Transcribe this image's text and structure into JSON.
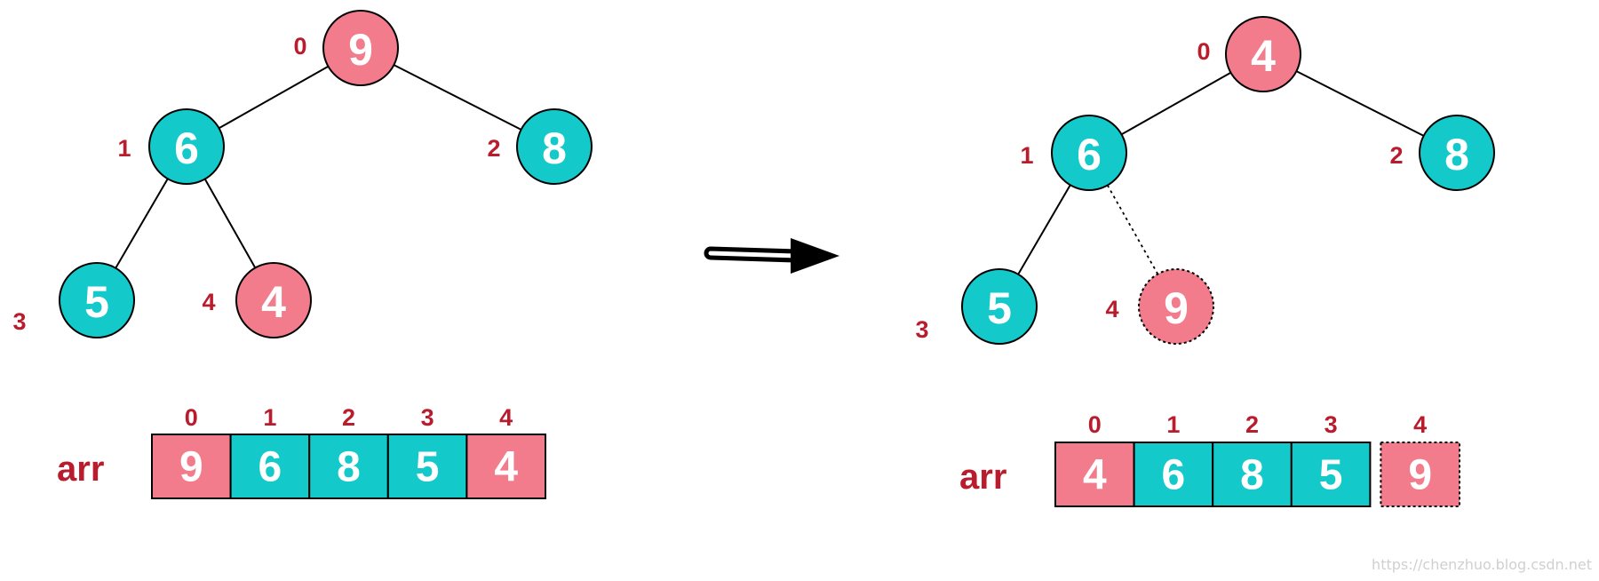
{
  "colors": {
    "pink": "#f27c8c",
    "teal": "#13c9c9",
    "label_red": "#b91c2c",
    "edge": "#000000"
  },
  "arrow": {
    "icon": "right-arrow-icon"
  },
  "watermark": "https://chenzhuo.blog.csdn.net",
  "diagrams": [
    {
      "name": "before",
      "tree": {
        "nodes": [
          {
            "index_label": "0",
            "value": "9",
            "color": "pink",
            "dotted": false
          },
          {
            "index_label": "1",
            "value": "6",
            "color": "teal",
            "dotted": false
          },
          {
            "index_label": "2",
            "value": "8",
            "color": "teal",
            "dotted": false
          },
          {
            "index_label": "3",
            "value": "5",
            "color": "teal",
            "dotted": false
          },
          {
            "index_label": "4",
            "value": "4",
            "color": "pink",
            "dotted": false
          }
        ],
        "edges": [
          {
            "from": 0,
            "to": 1,
            "dotted": false
          },
          {
            "from": 0,
            "to": 2,
            "dotted": false
          },
          {
            "from": 1,
            "to": 3,
            "dotted": false
          },
          {
            "from": 1,
            "to": 4,
            "dotted": false
          }
        ]
      },
      "array": {
        "label": "arr",
        "cells": [
          {
            "index_label": "0",
            "value": "9",
            "color": "pink",
            "dotted": false
          },
          {
            "index_label": "1",
            "value": "6",
            "color": "teal",
            "dotted": false
          },
          {
            "index_label": "2",
            "value": "8",
            "color": "teal",
            "dotted": false
          },
          {
            "index_label": "3",
            "value": "5",
            "color": "teal",
            "dotted": false
          },
          {
            "index_label": "4",
            "value": "4",
            "color": "pink",
            "dotted": false
          }
        ]
      }
    },
    {
      "name": "after",
      "tree": {
        "nodes": [
          {
            "index_label": "0",
            "value": "4",
            "color": "pink",
            "dotted": false
          },
          {
            "index_label": "1",
            "value": "6",
            "color": "teal",
            "dotted": false
          },
          {
            "index_label": "2",
            "value": "8",
            "color": "teal",
            "dotted": false
          },
          {
            "index_label": "3",
            "value": "5",
            "color": "teal",
            "dotted": false
          },
          {
            "index_label": "4",
            "value": "9",
            "color": "pink",
            "dotted": true
          }
        ],
        "edges": [
          {
            "from": 0,
            "to": 1,
            "dotted": false
          },
          {
            "from": 0,
            "to": 2,
            "dotted": false
          },
          {
            "from": 1,
            "to": 3,
            "dotted": false
          },
          {
            "from": 1,
            "to": 4,
            "dotted": true
          }
        ]
      },
      "array": {
        "label": "arr",
        "cells": [
          {
            "index_label": "0",
            "value": "4",
            "color": "pink",
            "dotted": false
          },
          {
            "index_label": "1",
            "value": "6",
            "color": "teal",
            "dotted": false
          },
          {
            "index_label": "2",
            "value": "8",
            "color": "teal",
            "dotted": false
          },
          {
            "index_label": "3",
            "value": "5",
            "color": "teal",
            "dotted": false
          },
          {
            "index_label": "4",
            "value": "9",
            "color": "pink",
            "dotted": true
          }
        ]
      }
    }
  ]
}
